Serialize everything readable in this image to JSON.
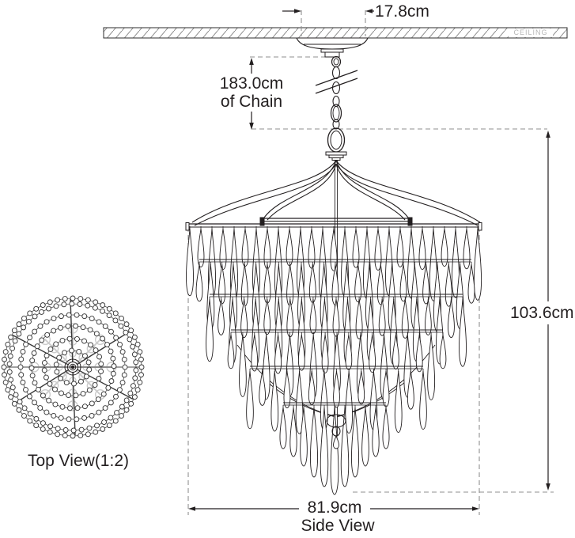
{
  "diagram": {
    "ceiling_label": "CEILING",
    "dimensions": {
      "canopy_width": "17.8cm",
      "chain_length_line1": "183.0cm",
      "chain_length_line2": "of Chain",
      "fixture_height": "103.6cm",
      "fixture_width": "81.9cm"
    },
    "labels": {
      "side_view": "Side View",
      "top_view": "Top View(1:2)"
    },
    "colors": {
      "line": "#231f20",
      "dash": "#8f8f8f",
      "light_detail": "#cccccc",
      "ceiling_text": "#b6b6b6",
      "background": "#ffffff"
    }
  }
}
